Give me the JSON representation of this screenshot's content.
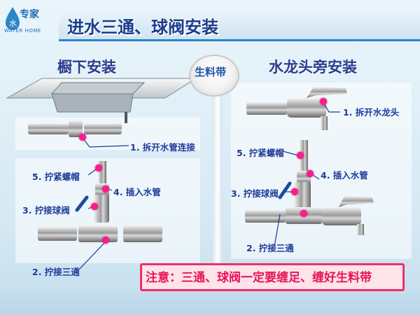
{
  "title": "进水三通、球阀安装",
  "logo": {
    "text": "专家",
    "sub": "WATER HOME"
  },
  "left_section": {
    "title": "橱下安装",
    "labels": {
      "step1": "1. 拆开水管连接",
      "step5": "5. 拧紧螺帽",
      "step4": "4. 插入水管",
      "step3": "3. 拧接球阀",
      "step2": "2. 拧接三通"
    }
  },
  "right_section": {
    "title": "水龙头旁安装",
    "labels": {
      "step1": "1. 拆开水龙头",
      "step5": "5. 拧紧螺帽",
      "step4": "4. 插入水管",
      "step3": "3. 拧接球阀",
      "step2": "2. 拧接三通"
    }
  },
  "tape_label": "生料带",
  "note": "注意：三通、球阀一定要缠足、缠好生料带",
  "colors": {
    "title": "#1a3c8c",
    "label": "#1e3a9a",
    "marker": "#ff1b8d",
    "note": "#e8145a"
  }
}
